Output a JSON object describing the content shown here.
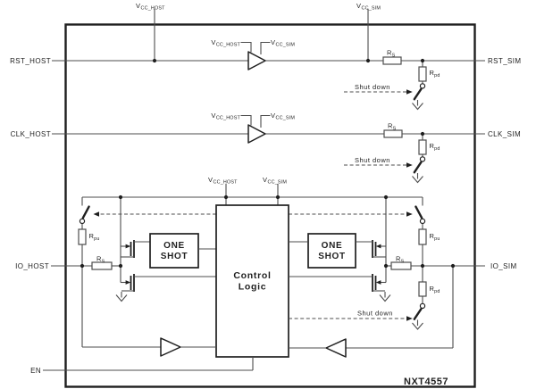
{
  "diagram": {
    "chip_name": "NXT4557",
    "ports": {
      "rst_host": "RST_HOST",
      "clk_host": "CLK_HOST",
      "io_host": "IO_HOST",
      "en": "EN",
      "rst_sim": "RST_SIM",
      "clk_sim": "CLK_SIM",
      "io_sim": "IO_SIM"
    },
    "supplies": {
      "vcc_host": {
        "main": "V",
        "sub": "CC_HOST"
      },
      "vcc_sim": {
        "main": "V",
        "sub": "CC_SIM"
      }
    },
    "resistors": {
      "rs": {
        "main": "R",
        "sub": "S"
      },
      "rpd": {
        "main": "R",
        "sub": "pd"
      },
      "rpu": {
        "main": "R",
        "sub": "pu"
      }
    },
    "blocks": {
      "one_shot": {
        "line1": "ONE",
        "line2": "SHOT"
      },
      "control_logic": {
        "line1": "Control",
        "line2": "Logic"
      }
    },
    "annotations": {
      "shut_down": "Shut down"
    },
    "icons": {
      "ground": "ground-arrow-icon",
      "switch": "spst-switch-icon",
      "buffer": "buffer-triangle-icon",
      "mosfet": "nmos-transistor-icon"
    }
  },
  "colors": {
    "ink": "#1f1f1f",
    "wire": "#4d4d4d",
    "background": "#ffffff"
  }
}
